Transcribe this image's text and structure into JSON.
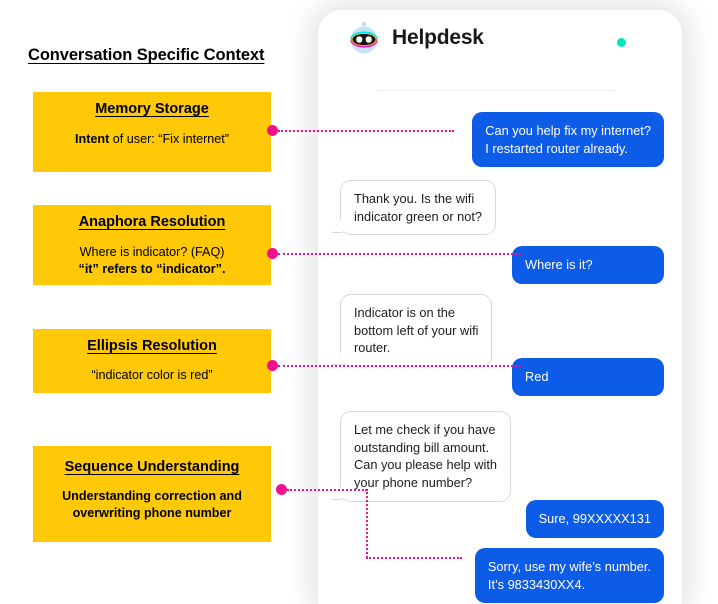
{
  "diagram": {
    "title": "Conversation Specific Context",
    "boxes": [
      {
        "heading": "Memory Storage",
        "body_bold_lead": "Intent",
        "body_rest": " of user: “Fix internet”",
        "name": "memory-storage"
      },
      {
        "heading": "Anaphora Resolution",
        "line1": "Where is indicator? (FAQ)",
        "line2": "“it” refers to “indicator”.",
        "name": "anaphora-resolution"
      },
      {
        "heading": "Ellipsis Resolution",
        "line1": "“indicator color is red”",
        "name": "ellipsis-resolution"
      },
      {
        "heading": "Sequence Understanding",
        "line1": "Understanding correction and",
        "line2": "overwriting phone number",
        "name": "sequence-understanding"
      }
    ]
  },
  "chat": {
    "bot_name": "Helpdesk",
    "status": "online",
    "avatar_icon": "robot-avatar-icon",
    "status_icon": "online-status-dot",
    "messages": [
      {
        "sender": "user",
        "line1": "Can you help fix my internet?",
        "line2": "I restarted router already."
      },
      {
        "sender": "bot",
        "line1": "Thank you. Is the wifi",
        "line2": "indicator green or not?"
      },
      {
        "sender": "user",
        "line1": "Where is it?"
      },
      {
        "sender": "bot",
        "line1": "Indicator is on the",
        "line2": "bottom left of your wifi",
        "line3": "router."
      },
      {
        "sender": "user",
        "line1": "Red"
      },
      {
        "sender": "bot",
        "line1": "Let me check if you have",
        "line2": "outstanding bill amount.",
        "line3": "Can you please help with",
        "line4": "your phone number?"
      },
      {
        "sender": "user",
        "line1": "Sure, 99XXXXX131"
      },
      {
        "sender": "user",
        "line1": "Sorry, use my wife’s number.",
        "line2": "It’s 9833430XX4."
      }
    ]
  },
  "colors": {
    "box_yellow": "#FFC907",
    "connector_pink": "#F3108C",
    "user_bubble_blue": "#0D5CE8",
    "status_green": "#00E5C0",
    "bot_bubble_white": "#FFFFFF"
  }
}
